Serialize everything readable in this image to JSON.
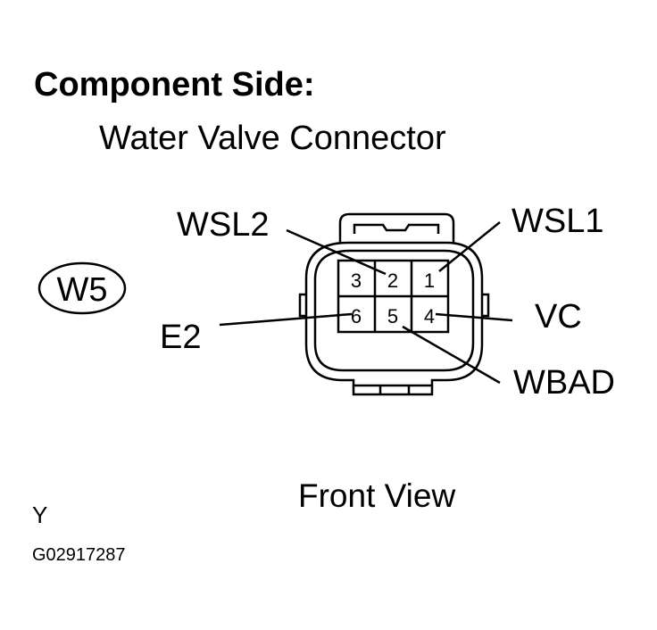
{
  "heading": "Component Side:",
  "subtitle": "Water Valve Connector",
  "view_label": "Front View",
  "connector_code": "W5",
  "terminals": [
    {
      "number": "3",
      "name": ""
    },
    {
      "number": "2",
      "name": "WSL2"
    },
    {
      "number": "1",
      "name": "WSL1"
    },
    {
      "number": "6",
      "name": "E2"
    },
    {
      "number": "5",
      "name": "WBAD"
    },
    {
      "number": "4",
      "name": "VC"
    }
  ],
  "footer": {
    "tag": "Y",
    "figure_code": "G02917287"
  }
}
